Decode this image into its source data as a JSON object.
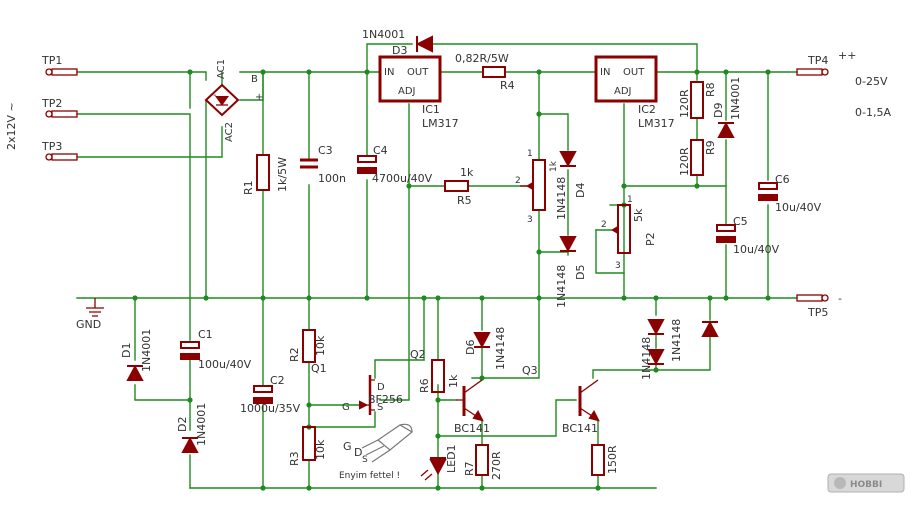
{
  "labels": {
    "tp1": "TP1",
    "tp2": "TP2",
    "tp3": "TP3",
    "tp4": "TP4",
    "tp5": "TP5",
    "input_voltage": "2x12V ~",
    "gnd": "GND",
    "out_voltage": "0-25V",
    "out_current": "0-1,5A",
    "d3_part": "1N4001",
    "d3": "D3",
    "r4_val": "0,82R/5W",
    "r4": "R4",
    "ic1": "IC1",
    "ic1_part": "LM317",
    "ic2": "IC2",
    "ic2_part": "LM317",
    "pin_in": "IN",
    "pin_out": "OUT",
    "pin_adj": "ADJ",
    "ac1": "AC1",
    "ac2": "AC2",
    "b": "B",
    "r1": "R1",
    "r1_val": "1k/5W",
    "c3": "C3",
    "c3_val": "100n",
    "c4": "C4",
    "c4_val": "4700u/40V",
    "r5": "R5",
    "r5_val": "1k",
    "p1_val": "1k",
    "d4": "D4",
    "d4_part": "1N4148",
    "d5": "D5",
    "d5_part": "1N4148",
    "r8": "R8",
    "r8_val": "120R",
    "r9": "R9",
    "r9_val": "120R",
    "d9": "D9",
    "d9_part": "1N4001",
    "p2": "P2",
    "p2_val": "5k",
    "c5": "C5",
    "c5_val": "10u/40V",
    "c6": "C6",
    "c6_val": "10u/40V",
    "d1": "D1",
    "d1_part": "1N4001",
    "d2": "D2",
    "d2_part": "1N4001",
    "c1": "C1",
    "c1_val": "100u/40V",
    "c2": "C2",
    "c2_val": "1000u/35V",
    "r2": "R2",
    "r2_val": "10k",
    "r3": "R3",
    "r3_val": "10k",
    "q1": "Q1",
    "q1_part": "BF256",
    "q2": "Q2",
    "q2_part": "BC141",
    "q3": "Q3",
    "q3_part": "BC141",
    "r6": "R6",
    "r6_val": "1k",
    "r7": "R7",
    "r7_val": "270R",
    "r_150": "150R",
    "led1": "LED1",
    "d6": "D6",
    "d6_part": "1N4148",
    "d7_part": "1N4148",
    "d8_part": "1N4148",
    "pin_g": "G",
    "pin_d": "D",
    "pin_s": "S",
    "pin_1": "1",
    "pin_2": "2",
    "pin_3": "3",
    "plus": "+",
    "minus": "-",
    "plus_plus": "++",
    "note": "Enyim fettel !",
    "watermark": "HOBBI"
  }
}
